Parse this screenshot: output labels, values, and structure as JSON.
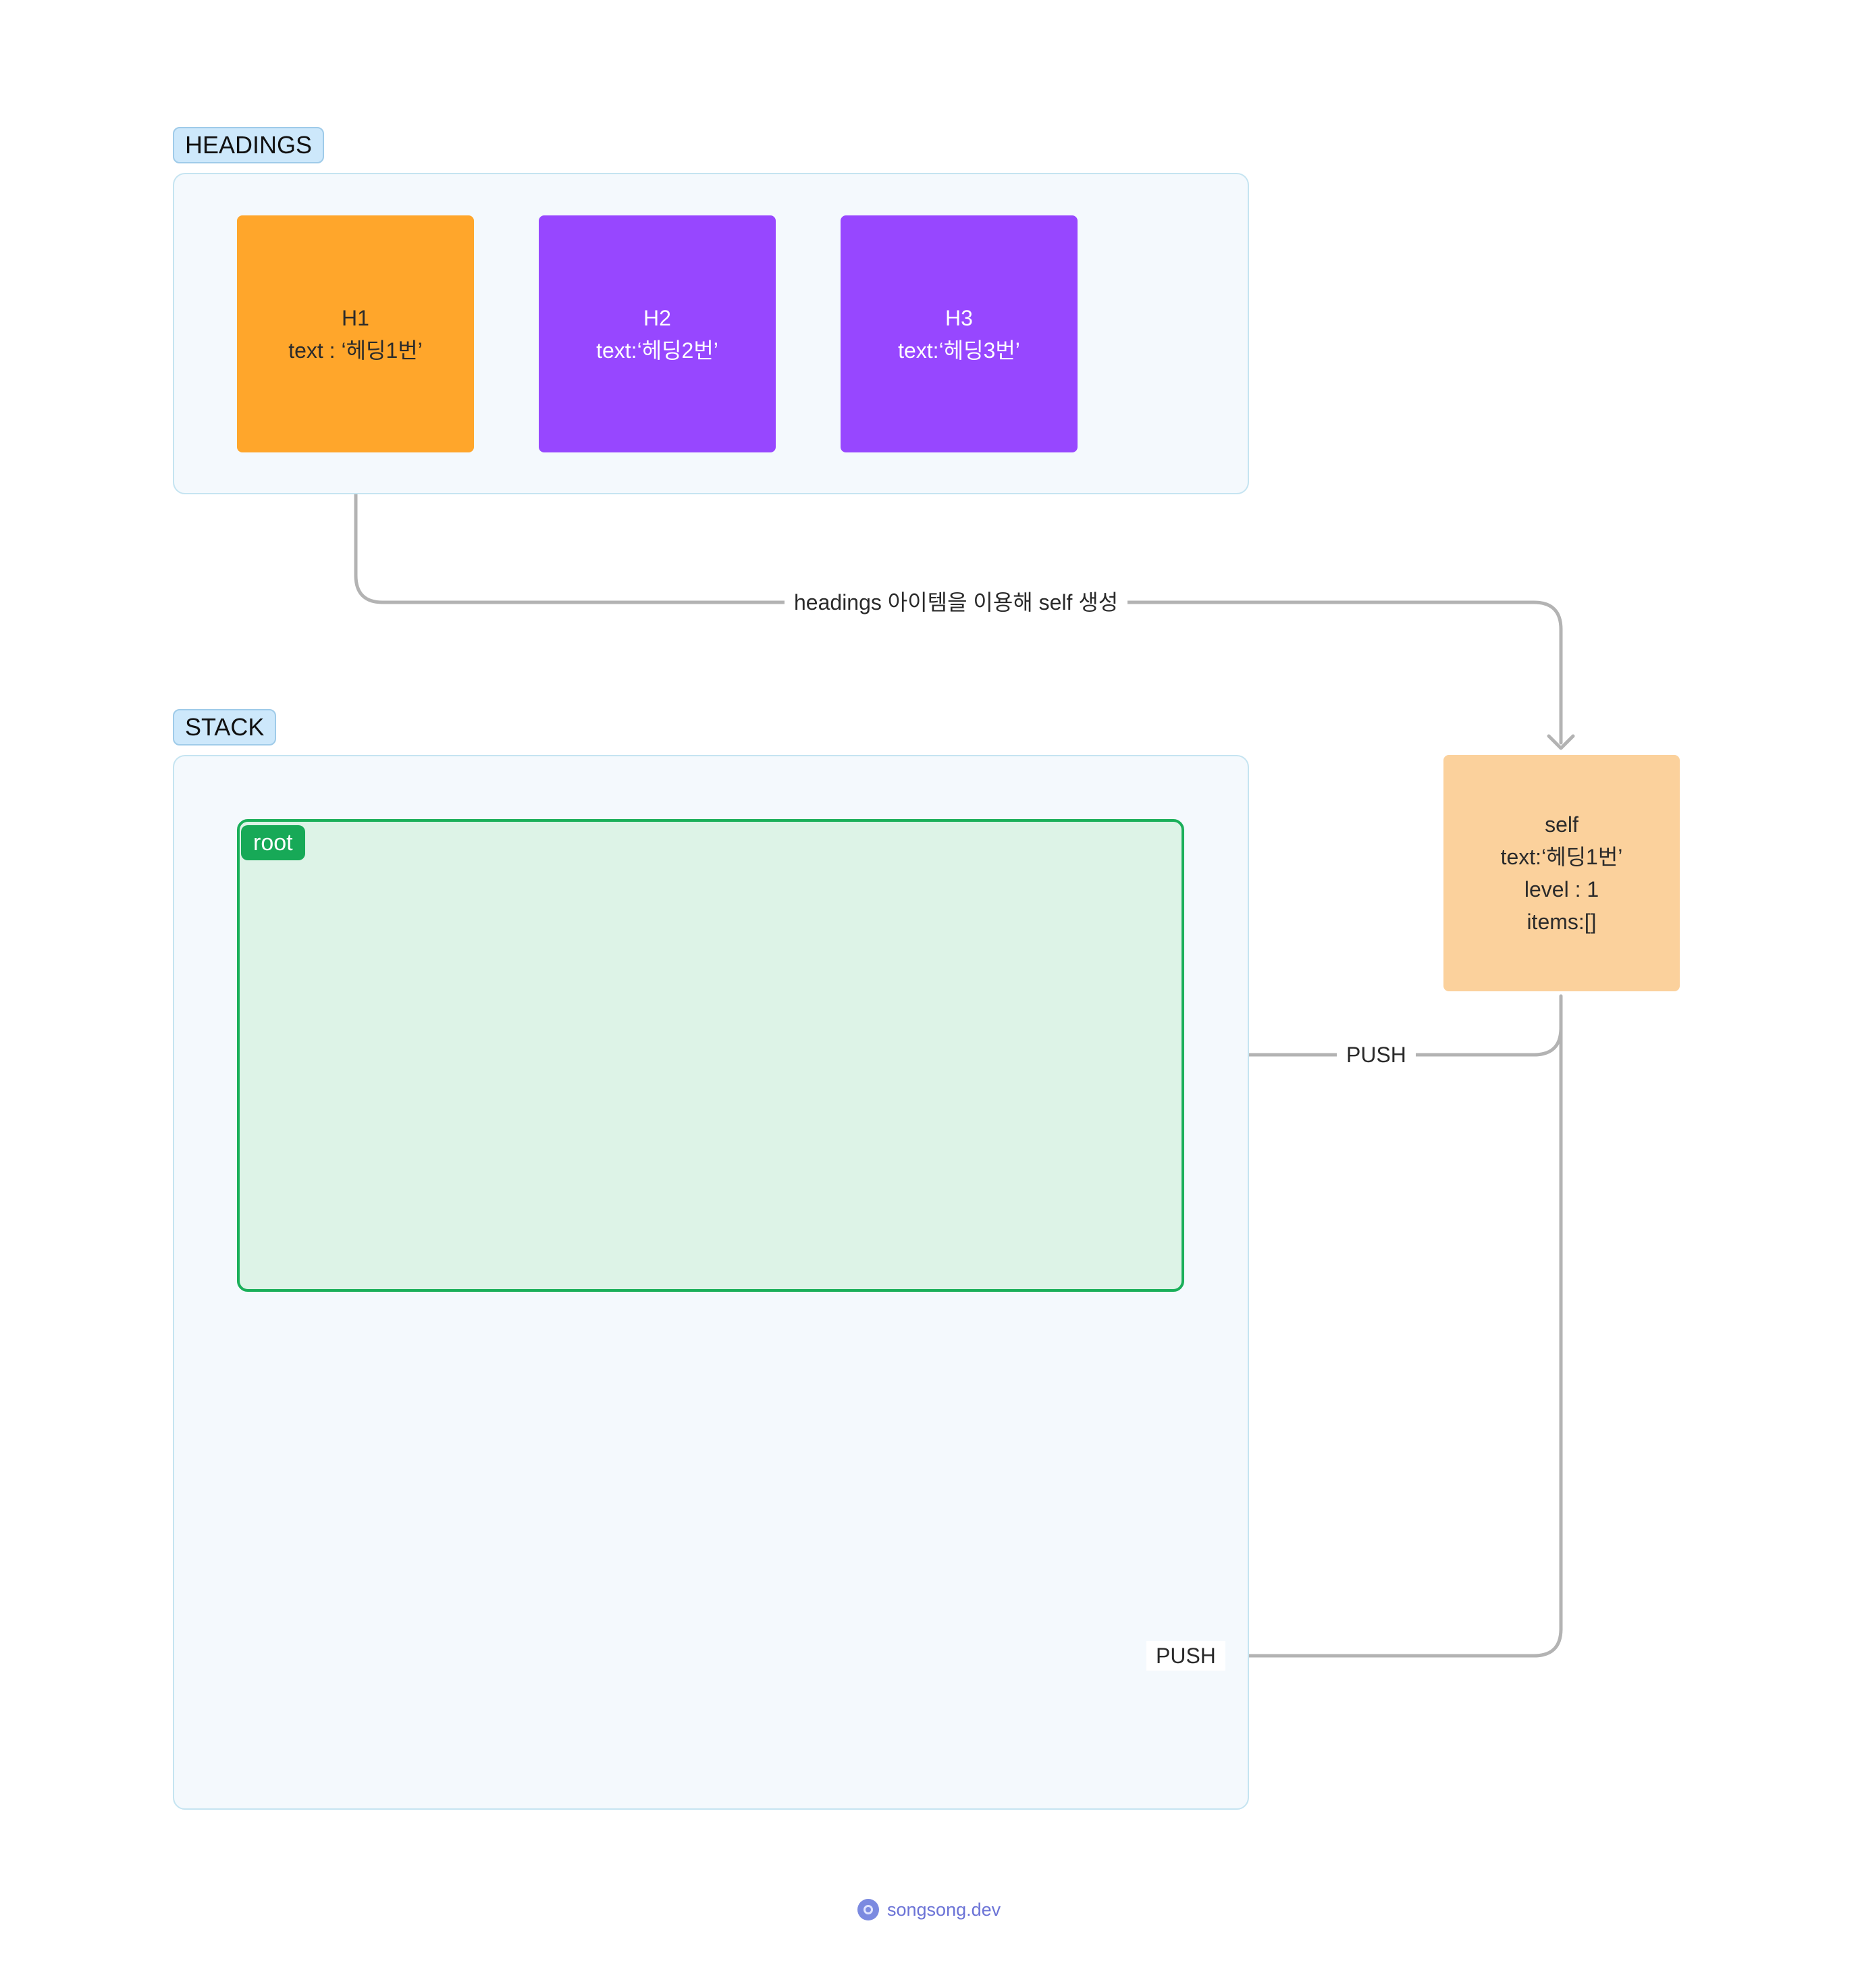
{
  "sections": {
    "headings_label": "HEADINGS",
    "stack_label": "STACK"
  },
  "headings": [
    {
      "title": "H1",
      "text": "text : ‘헤딩1번’",
      "color": "#ffa62b"
    },
    {
      "title": "H2",
      "text": "text:‘헤딩2번’",
      "color": "#9747ff"
    },
    {
      "title": "H3",
      "text": "text:‘헤딩3번’",
      "color": "#9747ff"
    }
  ],
  "self_node": {
    "line1": "self",
    "line2": "text:‘헤딩1번’",
    "line3": "level : 1",
    "line4": "items:[]",
    "color": "#fbd19c"
  },
  "stack": {
    "root_label": "root",
    "root_color": "#1aaf5a"
  },
  "edges": {
    "create_label": "headings 아이템을 이용해 self 생성",
    "push_label_1": "PUSH",
    "push_label_2": "PUSH"
  },
  "footer": {
    "site": "songsong.dev"
  }
}
